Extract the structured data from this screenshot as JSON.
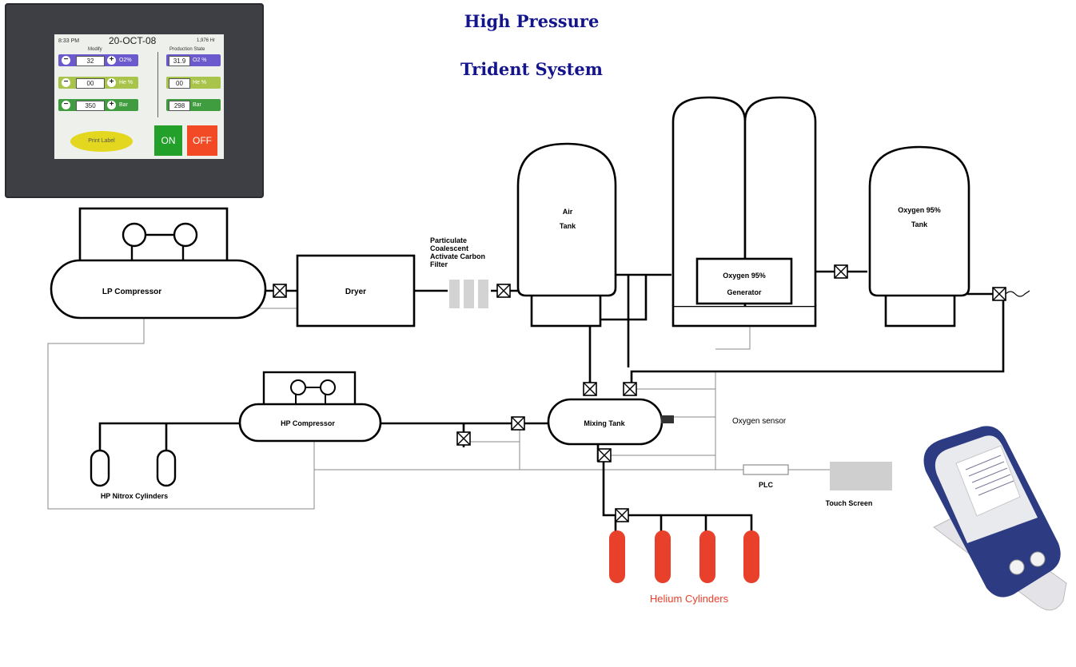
{
  "title": {
    "line1": "High Pressure",
    "line2": "Trident System"
  },
  "hmi": {
    "time": "8:33 PM",
    "date": "20-OCT-08",
    "hours": "1,976 Hr",
    "modify_label": "Modify",
    "production_label": "Production State",
    "rows": [
      {
        "set": "32",
        "unit": "O2%",
        "actual": "31.9",
        "actual_unit": "O2 %",
        "color": "#6a5acd"
      },
      {
        "set": "00",
        "unit": "He %",
        "actual": "00",
        "actual_unit": "He %",
        "color": "#a9c44a"
      },
      {
        "set": "350",
        "unit": "Bar",
        "actual": "298",
        "actual_unit": "Bar",
        "color": "#3f9c3f"
      }
    ],
    "print_label": "Print Label",
    "on_label": "ON",
    "off_label": "OFF"
  },
  "components": {
    "lp_compressor": "LP Compressor",
    "dryer": "Dryer",
    "filter_line1": "Particulate",
    "filter_line2": "Coalescent",
    "filter_line3": "Activate Carbon",
    "filter_line4": "Filter",
    "air_tank_line1": "Air",
    "air_tank_line2": "Tank",
    "o2_generator_line1": "Oxygen 95%",
    "o2_generator_line2": "Generator",
    "o2_tank_line1": "Oxygen 95%",
    "o2_tank_line2": "Tank",
    "hp_compressor": "HP Compressor",
    "mixing_tank": "Mixing Tank",
    "oxygen_sensor": "Oxygen sensor",
    "hp_nitrox": "HP Nitrox Cylinders",
    "plc": "PLC",
    "touch_screen": "Touch Screen",
    "helium": "Helium Cylinders"
  },
  "colors": {
    "title": "#14148c",
    "helium": "#e8402a",
    "line": "#000000"
  }
}
